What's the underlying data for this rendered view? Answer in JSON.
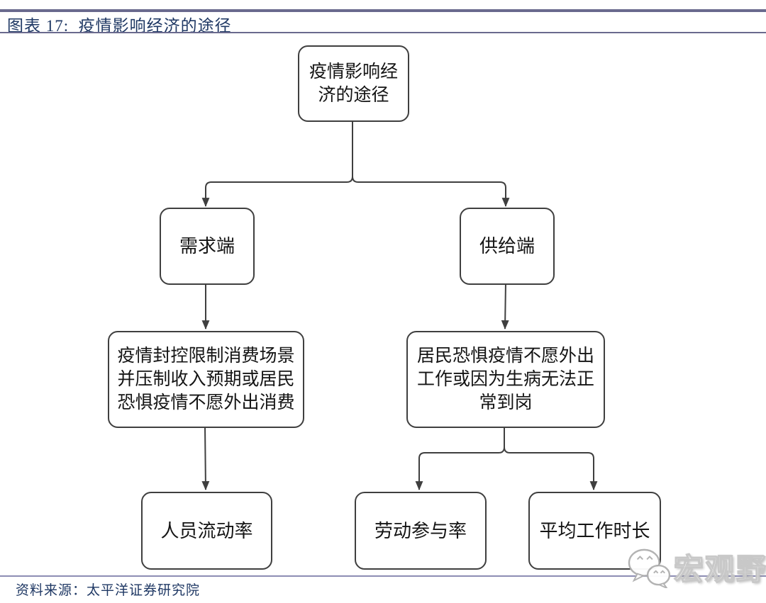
{
  "header": {
    "title": "图表 17:  疫情影响经济的途径"
  },
  "footer": {
    "source": "资料来源：太平洋证券研究院"
  },
  "watermark": {
    "label": "宏观野望",
    "icon": "wechat-icon"
  },
  "colors": {
    "title_text": "#1F3864",
    "header_rule": "#6A6A8E",
    "footer_rule": "#8D8DB4",
    "box_border": "#3F3F3F",
    "connector": "#3F3F3F"
  },
  "diagram": {
    "type": "flowchart",
    "nodes": {
      "root": {
        "lines": [
          "疫情影响经",
          "济的途径"
        ]
      },
      "demand": {
        "lines": [
          "需求端"
        ]
      },
      "supply": {
        "lines": [
          "供给端"
        ]
      },
      "demand_detail": {
        "lines": [
          "疫情封控限制消费场景",
          "并压制收入预期或居民",
          "恐惧疫情不愿外出消费"
        ]
      },
      "supply_detail": {
        "lines": [
          "居民恐惧疫情不愿外出",
          "工作或因为生病无法正",
          "常到岗"
        ]
      },
      "mobility": {
        "lines": [
          "人员流动率"
        ]
      },
      "participation": {
        "lines": [
          "劳动参与率"
        ]
      },
      "hours": {
        "lines": [
          "平均工作时长"
        ]
      }
    },
    "edges": [
      {
        "from": "root",
        "to": "demand"
      },
      {
        "from": "root",
        "to": "supply"
      },
      {
        "from": "demand",
        "to": "demand_detail"
      },
      {
        "from": "supply",
        "to": "supply_detail"
      },
      {
        "from": "demand_detail",
        "to": "mobility"
      },
      {
        "from": "supply_detail",
        "to": "participation"
      },
      {
        "from": "supply_detail",
        "to": "hours"
      }
    ]
  }
}
